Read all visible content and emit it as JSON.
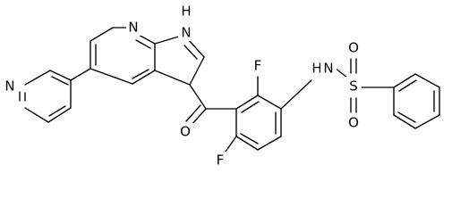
{
  "atoms": {
    "pyrrole_n": "N",
    "pyrrole_nh_h": "H",
    "pyridine_n_fused": "N",
    "pyridyl_n": "N",
    "carbonyl_o": "O",
    "fluoro_top": "F",
    "fluoro_bottom": "F",
    "amide_nh": "H",
    "amide_n": "N",
    "sulfur": "S",
    "sulfonyl_o_top": "O",
    "sulfonyl_o_bottom": "O"
  },
  "colors": {
    "bond": "#000000",
    "label": "#000000",
    "background": "#ffffff"
  }
}
